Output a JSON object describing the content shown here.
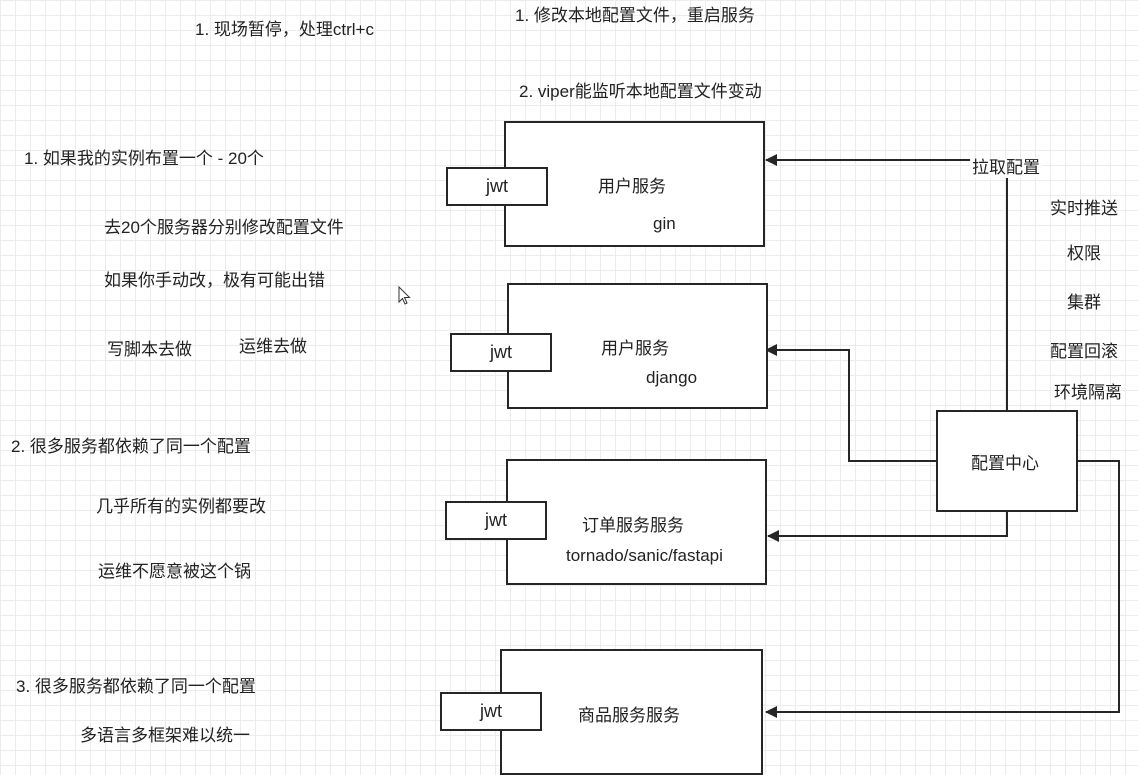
{
  "notes": {
    "top_left": "1. 现场暂停，处理ctrl+c",
    "top_mid_1": "1. 修改本地配置文件，重启服务",
    "top_mid_2": "2. viper能监听本地配置文件变动",
    "s1_title": "1. 如果我的实例布置一个 - 20个",
    "s1_line1": "去20个服务器分别修改配置文件",
    "s1_line2": "如果你手动改，极有可能出错",
    "s1_line3a": "写脚本去做",
    "s1_line3b": "运维去做",
    "s2_title": "2. 很多服务都依赖了同一个配置",
    "s2_line1": "几乎所有的实例都要改",
    "s2_line2": "运维不愿意被这个锅",
    "s3_title": "3. 很多服务都依赖了同一个配置",
    "s3_line1": "多语言多框架难以统一"
  },
  "services": [
    {
      "jwt": "jwt",
      "name": "用户服务",
      "framework": "gin"
    },
    {
      "jwt": "jwt",
      "name": "用户服务",
      "framework": "django"
    },
    {
      "jwt": "jwt",
      "name": "订单服务服务",
      "framework": "tornado/sanic/fastapi"
    },
    {
      "jwt": "jwt",
      "name": "商品服务服务",
      "framework": ""
    }
  ],
  "config_center": {
    "label": "配置中心",
    "pull_label": "拉取配置",
    "features": [
      "实时推送",
      "权限",
      "集群",
      "配置回滚",
      "环境隔离"
    ]
  }
}
